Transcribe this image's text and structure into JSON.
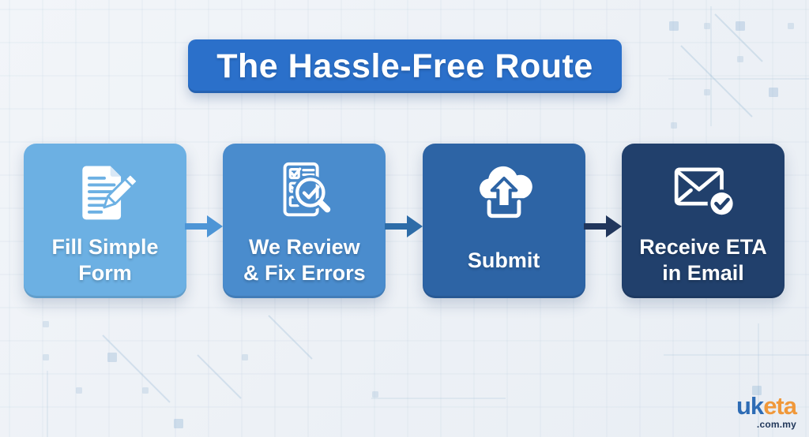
{
  "title": {
    "text": "The Hassle-Free Route",
    "bg_color": "#2b70ca",
    "text_color": "#ffffff"
  },
  "steps": [
    {
      "icon": "document-pencil-icon",
      "lines": [
        "Fill Simple",
        "Form"
      ],
      "bg_color": "#6cb0e3"
    },
    {
      "icon": "checklist-magnifier-icon",
      "lines": [
        "We Review",
        "& Fix Errors"
      ],
      "bg_color": "#4a8ccd"
    },
    {
      "icon": "cloud-upload-icon",
      "lines": [
        "Submit"
      ],
      "bg_color": "#2d64a5"
    },
    {
      "icon": "email-check-icon",
      "lines": [
        "Receive ETA",
        "in Email"
      ],
      "bg_color": "#21406c"
    }
  ],
  "arrows": [
    {
      "color": "#4d95d6"
    },
    {
      "color": "#2d6ca8"
    },
    {
      "color": "#21365c"
    }
  ],
  "logo": {
    "part1": "uk",
    "part2": "eta",
    "suffix": ".com.my",
    "part1_color": "#2e6cb5",
    "part2_color": "#f0983a",
    "suffix_color": "#21375a"
  }
}
